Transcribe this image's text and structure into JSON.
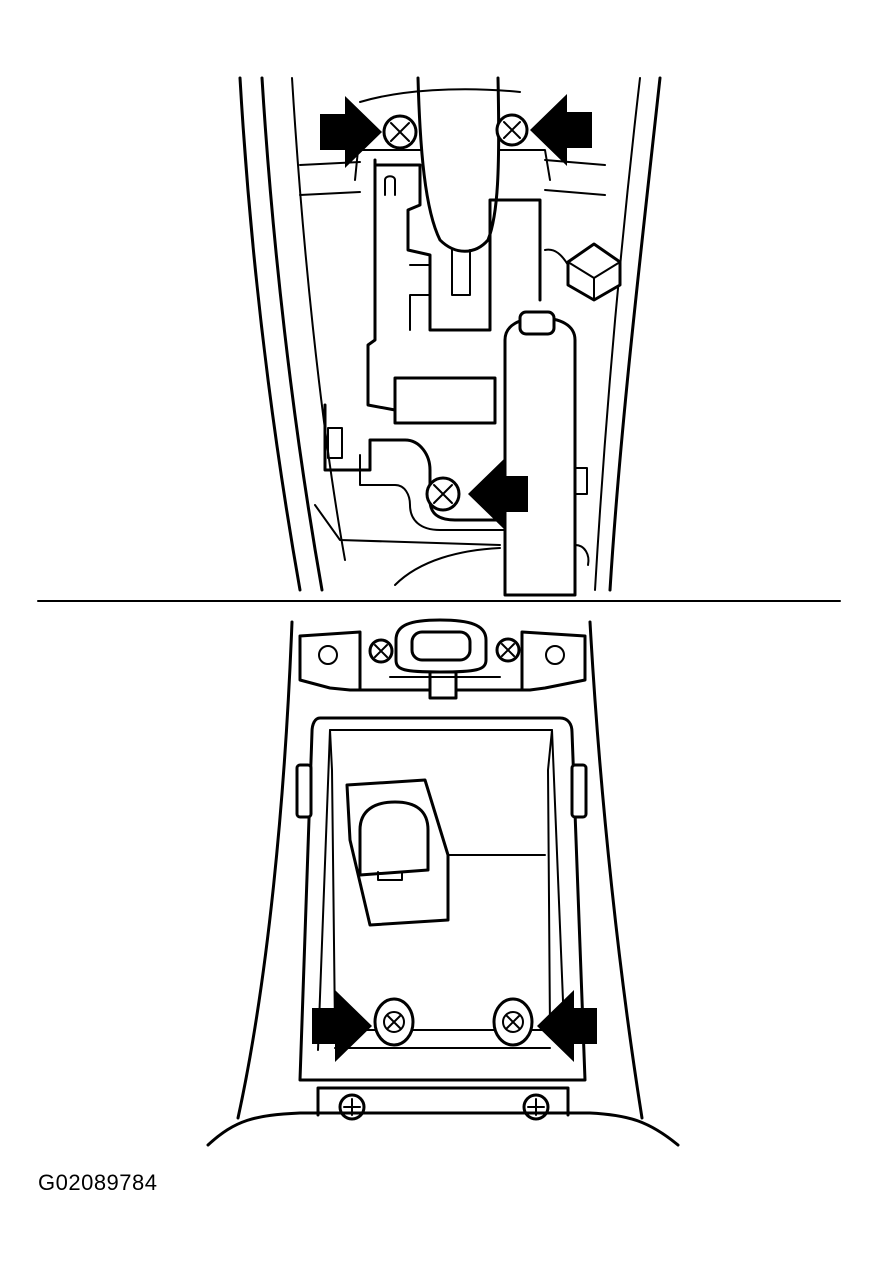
{
  "figure": {
    "id_label": "G02089784"
  },
  "colors": {
    "line": "#000000",
    "background": "#ffffff"
  },
  "views": [
    {
      "name": "upper-view",
      "callouts": 3
    },
    {
      "name": "lower-view",
      "callouts": 2
    }
  ]
}
